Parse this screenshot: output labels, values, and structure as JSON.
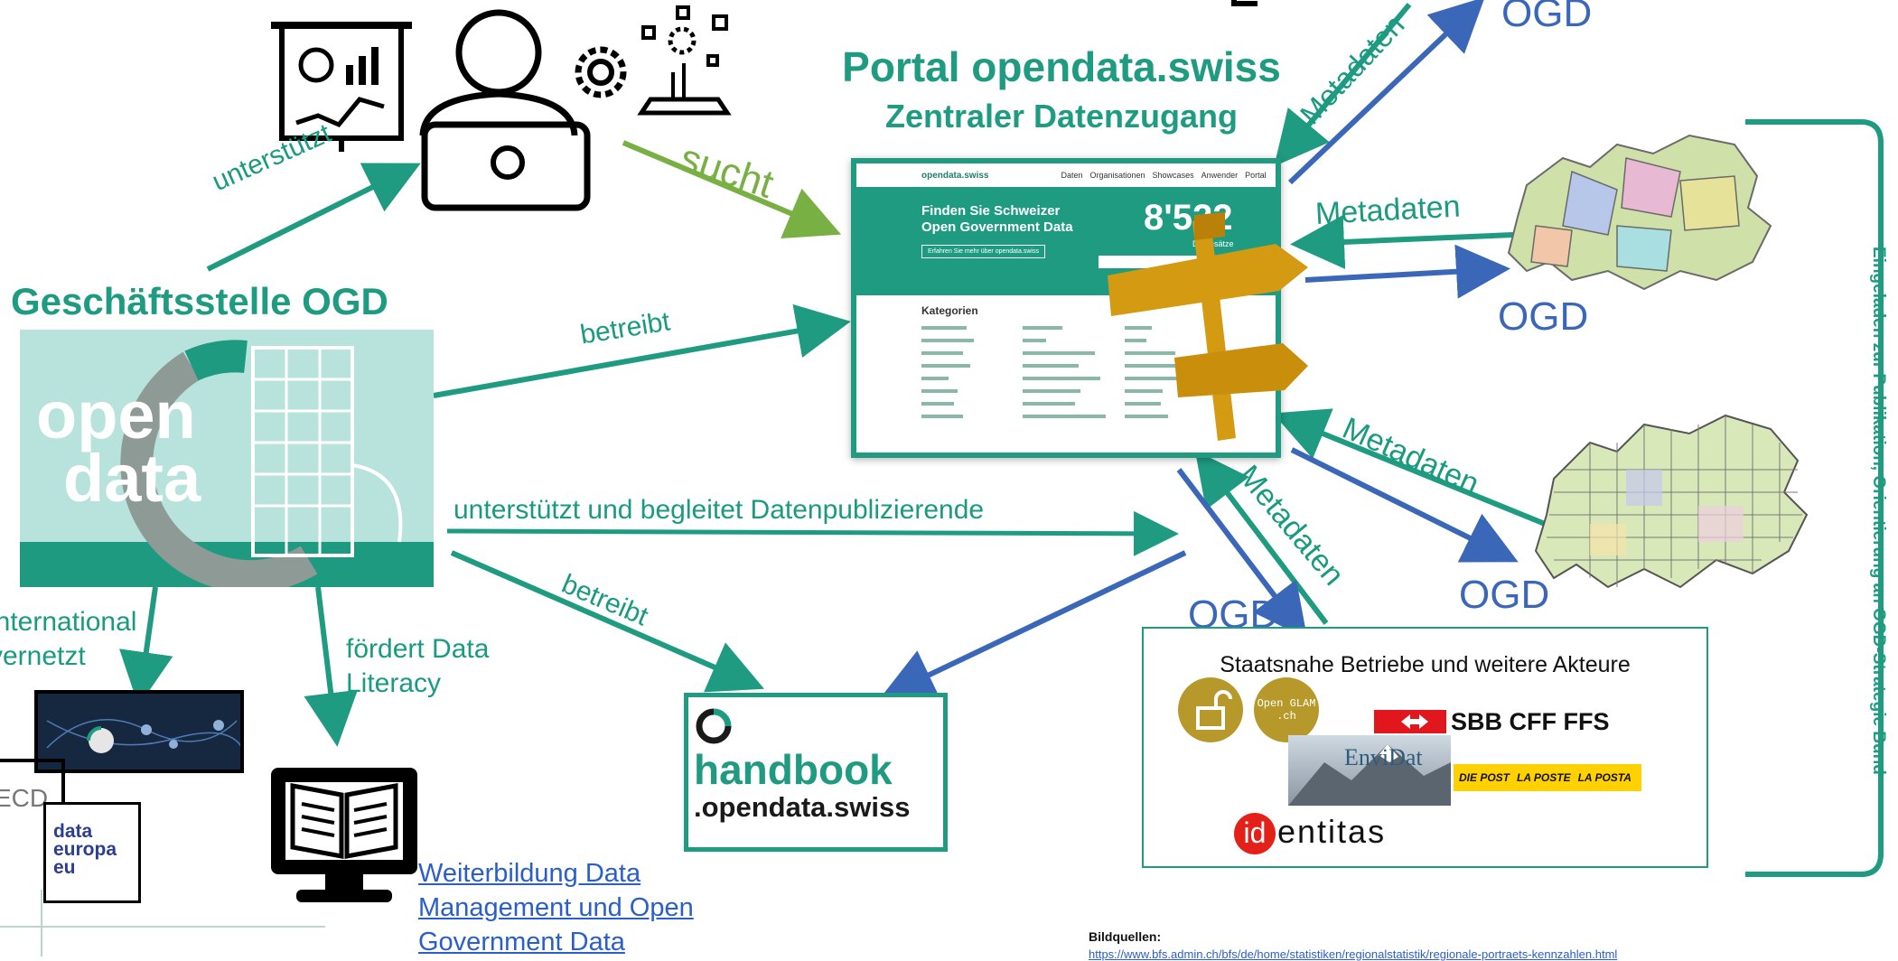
{
  "portal": {
    "title": "Portal opendata.swiss",
    "subtitle": "Zentraler Datenzugang"
  },
  "office": {
    "title": "Geschäftsstelle OGD",
    "logo_text_1": "open",
    "logo_text_2": "data"
  },
  "labels": {
    "supports": "unterstützt",
    "searches": "sucht",
    "operates": "betreibt",
    "supports_publishers": "unterstützt und begleitet Datenpublizierende",
    "operates_2": "betreibt",
    "promotes_line1": "fördert Data",
    "promotes_line2": "Literacy",
    "international_line1": "international",
    "international_line2": "vernetzt",
    "metadata_top": "Metadaten",
    "metadata_mid": "Metadaten",
    "metadata_lower": "Metadaten",
    "metadata_bottom": "Metadaten"
  },
  "ogd_labels": [
    "OGD",
    "OGD",
    "OGD",
    "OGD"
  ],
  "side_note": "Eingeladen zur Publikation, Orientierung an OGD-Strategie Bund",
  "screenshot": {
    "brand": "opendata.swiss",
    "nav": [
      "Daten",
      "Organisationen",
      "Showcases",
      "Anwender",
      "Portal"
    ],
    "hero_line1": "Finden Sie Schweizer",
    "hero_line2": "Open Government Data",
    "hero_button": "Erfahren Sie mehr über opendata.swiss",
    "count": "8'522",
    "count_label": "Datensätze",
    "categories_title": "Kategorien"
  },
  "handbook": {
    "line1": "handbook",
    "line2": ".opendata.swiss"
  },
  "actors": {
    "title": "Staatsnahe Betriebe und weitere Akteure",
    "openglam": "Open GLAM .ch",
    "sbb": "SBB CFF FFS",
    "envidat": "EnviDat",
    "post": [
      "DIE POST",
      "LA POSTE",
      "LA POSTA"
    ],
    "identitas_id": "id",
    "identitas_rest": "entitas"
  },
  "international": {
    "oecd": "ECD",
    "data_europa": [
      "data",
      "europa",
      "eu"
    ]
  },
  "training_link": [
    "Weiterbildung Data",
    "Management und Open",
    "Government Data"
  ],
  "sources": {
    "title": "Bildquellen:",
    "url": "https://www.bfs.admin.ch/bfs/de/home/statistiken/regionalstatistik/regionale-portraets-kennzahlen.html"
  },
  "colors": {
    "teal": "#1e9b80",
    "blue": "#3b67b9",
    "green": "#78b043",
    "sign": "#d49a12"
  }
}
